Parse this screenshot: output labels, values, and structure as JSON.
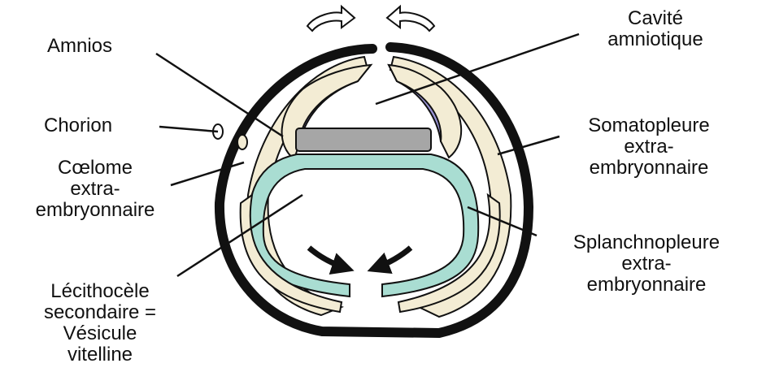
{
  "labels": {
    "amnios": "Amnios",
    "chorion": "Chorion",
    "coelome": "Cœlome\nextra-\nembryonnaire",
    "lecithocele": "Lécithocèle\nsecondaire =\nVésicule\nvitelline",
    "cavite": "Cavité\namniotique",
    "somatopleure": "Somatopleure\nextra-\nembryonnaire",
    "splanchnopleure": "Splanchnopleure\nextra-\nembryonnaire"
  },
  "colors": {
    "outline": "#111111",
    "somatopleure_fill": "#f3ecd4",
    "amnios_membrane": "#9a94d6",
    "yolk_sac": "#a9ddd2",
    "embryo_disc": "#a6a6a6",
    "background": "#ffffff"
  }
}
